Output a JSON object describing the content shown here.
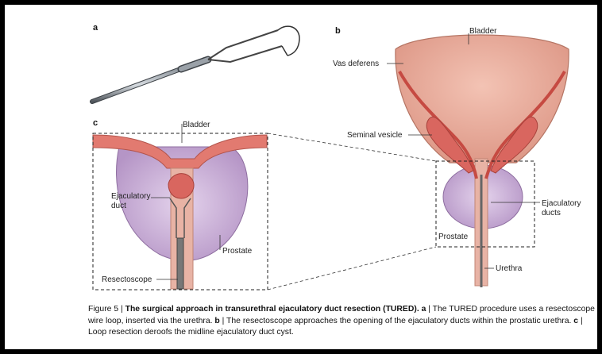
{
  "panels": {
    "a": "a",
    "b": "b",
    "c": "c"
  },
  "labels": {
    "b_bladder": "Bladder",
    "b_vas": "Vas deferens",
    "b_seminal": "Seminal vesicle",
    "b_ejac": "Ejaculatory",
    "b_ejac2": "ducts",
    "b_prostate": "Prostate",
    "b_urethra": "Urethra",
    "c_bladder": "Bladder",
    "c_ejac": "Ejaculatory",
    "c_ejac2": "duct",
    "c_prostate": "Prostate",
    "c_resecto": "Resectoscope"
  },
  "caption": {
    "figure": "Figure 5 | ",
    "title": "The surgical approach in transurethral ejaculatory duct resection (TURED).",
    "a_mark": "a",
    "a_text": " | The TURED procedure uses a resectoscope wire loop, inserted via the urethra. ",
    "b_mark": "b",
    "b_text": " | The resectoscope approaches the opening of the ejaculatory ducts within the prostatic urethra. ",
    "c_mark": "c",
    "c_text": " | Loop resection deroofs the midline ejaculatory duct cyst."
  },
  "colors": {
    "bladder": "#e9a999",
    "bladder_dark": "#d88a7b",
    "prostate": "#c9aed6",
    "seminal": "#d9665f",
    "urethra": "#e7b4a6",
    "instrument": "#5a6066"
  }
}
